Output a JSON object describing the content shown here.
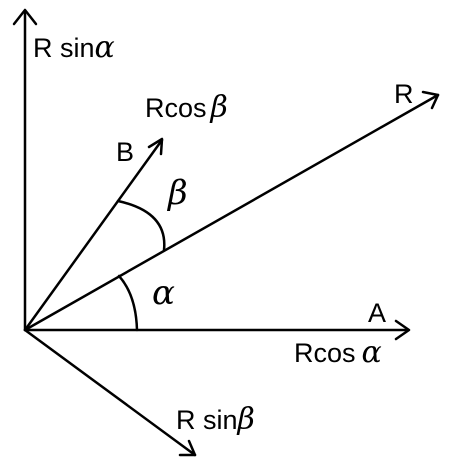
{
  "labels": {
    "r_sin_alpha_text": "R sin",
    "r_sin_alpha_symbol": "α",
    "r_cos_beta_text": "Rcos",
    "r_cos_beta_symbol": "β",
    "vector_r": "R",
    "vector_b": "B",
    "vector_a": "A",
    "r_cos_alpha_text": "Rcos",
    "r_cos_alpha_symbol": "α",
    "r_sin_beta_text": "R sin",
    "r_sin_beta_symbol": "β"
  },
  "angles": {
    "alpha": "α",
    "beta": "β"
  },
  "colors": {
    "ink": "#000000",
    "background": "#ffffff"
  }
}
